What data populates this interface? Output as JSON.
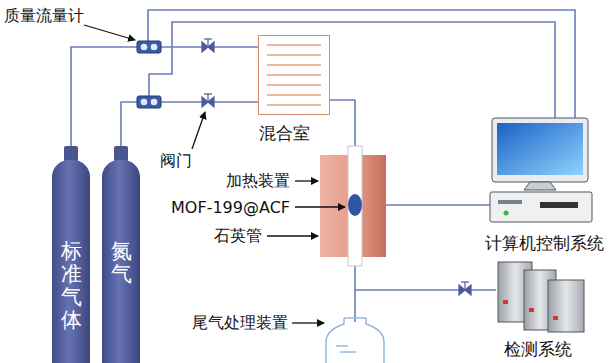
{
  "diagram": {
    "nodes": [
      {
        "text": [
          "标准气体"
        ]
      },
      {
        "text": [
          "氮气"
        ]
      },
      {
        "text": [
          "混合室"
        ]
      },
      {
        "text": [
          "计算机控制系统"
        ]
      },
      {
        "text": [
          "检测系统"
        ]
      }
    ],
    "edges": [
      {
        "from": 0,
        "to": 2,
        "arrow": "none"
      },
      {
        "from": 1,
        "to": 2,
        "arrow": "none"
      }
    ],
    "labels": [
      "质量流量计",
      "阀门",
      "加热装置",
      "MOF-199@ACF",
      "石英管",
      "尾气处理装置"
    ]
  }
}
